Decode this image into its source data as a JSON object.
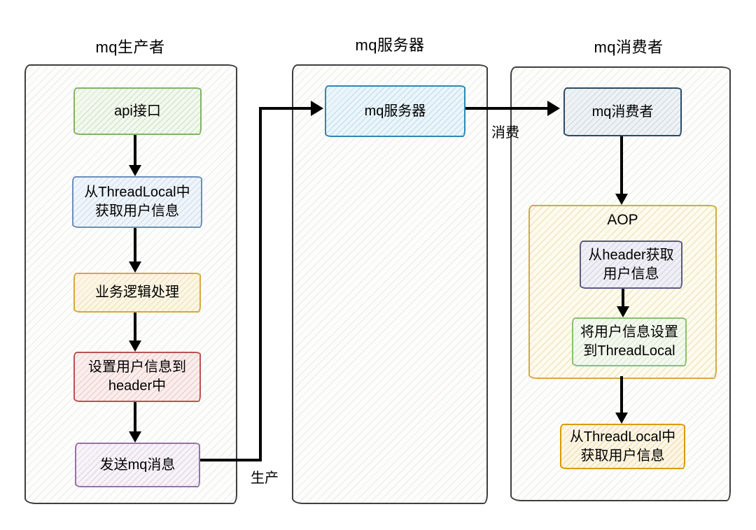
{
  "palette": {
    "frame-border": "#3f3f3f",
    "frame-fill": "#fdfdfc",
    "frame-hatch": "#eceae6",
    "arrow-color": "#000000",
    "green-border": "#82b366",
    "green-fill": "#f3f8ef",
    "green-hatch": "#cbe0bf",
    "blue-border": "#6c8ebf",
    "blue-fill": "#f0f5fb",
    "blue-hatch": "#ccdbed",
    "yellow-border": "#d6a843",
    "yellow-fill": "#fcf6e5",
    "yellow-hatch": "#eddfb5",
    "red-border": "#b85450",
    "red-fill": "#faeeed",
    "red-hatch": "#ecc7c5",
    "purple-border": "#9673a6",
    "purple-fill": "#f7f3f8",
    "purple-hatch": "#ddcfe3",
    "server-border": "#2e87b5",
    "server-fill": "#ecf5fa",
    "server-hatch": "#b9dcec",
    "consumer-border": "#2c4a63",
    "consumer-fill": "#eef2f5",
    "consumer-hatch": "#ccd7de",
    "gold-border": "#d4aa3c",
    "gold-fill": "#fdfaee",
    "gold-hatch": "#ecdfae",
    "indigo-border": "#5d5a82",
    "indigo-fill": "#efeff5",
    "indigo-hatch": "#d2d1e2",
    "green2-border": "#8cbf70",
    "green2-fill": "#f4f9f0",
    "green2-hatch": "#d4e8c8",
    "orange-border": "#d79b00",
    "orange-fill": "#fdf6e6",
    "orange-hatch": "#eed9a6"
  },
  "diagram": {
    "producer": {
      "title": "mq生产者",
      "nodes": [
        {
          "label": "api接口"
        },
        {
          "label": "从ThreadLocal中\n获取用户信息"
        },
        {
          "label": "业务逻辑处理"
        },
        {
          "label": "设置用户信息到\nheader中"
        },
        {
          "label": "发送mq消息"
        }
      ]
    },
    "server": {
      "title": "mq服务器",
      "node_label": "mq服务器"
    },
    "consumer": {
      "title": "mq消费者",
      "node_label": "mq消费者",
      "aop": {
        "label": "AOP",
        "nodes": [
          {
            "label": "从header获取\n用户信息"
          },
          {
            "label": "将用户信息设置\n到ThreadLocal"
          }
        ]
      },
      "final_label": "从ThreadLocal中\n获取用户信息"
    },
    "edges": {
      "produce_label": "生产",
      "consume_label": "消费"
    }
  }
}
